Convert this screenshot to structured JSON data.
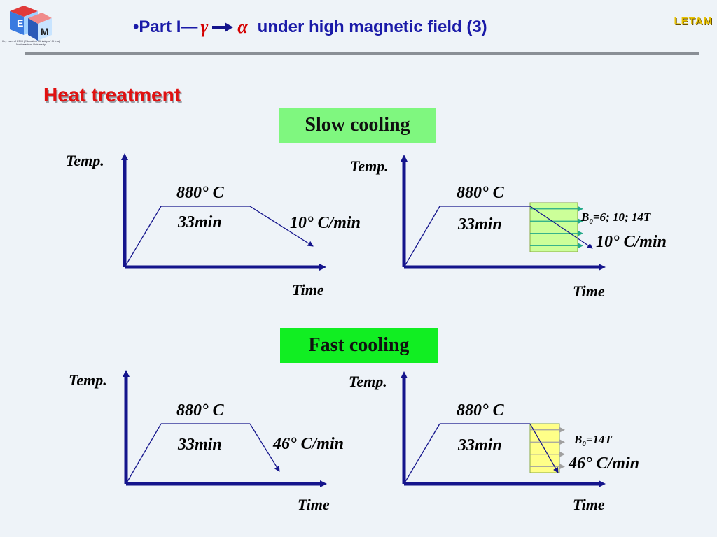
{
  "header": {
    "title_prefix": "•Part I—",
    "gamma": "γ",
    "alpha": "α",
    "title_suffix": "under high magnetic field (3)",
    "brand": "LETAM",
    "logo_caption": "Key Lab. of EPM (Education Ministry of China)\nNortheastern University"
  },
  "section_title": "Heat treatment",
  "colors": {
    "title_blue": "#1a1aa8",
    "greek_red": "#d40000",
    "section_red": "#e01010",
    "axis_navy": "#14148c",
    "slow_box": "#7ff77f",
    "fast_box": "#11ee22",
    "field_yellow": "#ffff88",
    "field_green": "#ccff99"
  },
  "panels": {
    "slow_label": "Slow cooling",
    "fast_label": "Fast cooling"
  },
  "diagrams": [
    {
      "id": "slow-no-field",
      "temp_label": "Temp.",
      "time_label": "Time",
      "temperature": "880° C",
      "hold": "33min",
      "rate": "10° C/min",
      "field": null,
      "field_lines": 0
    },
    {
      "id": "slow-field",
      "temp_label": "Temp.",
      "time_label": "Time",
      "temperature": "880° C",
      "hold": "33min",
      "rate": "10° C/min",
      "field": "=6; 10; 14T",
      "field_lines": 4
    },
    {
      "id": "fast-no-field",
      "temp_label": "Temp.",
      "time_label": "Time",
      "temperature": "880° C",
      "hold": "33min",
      "rate": "46° C/min",
      "field": null,
      "field_lines": 0
    },
    {
      "id": "fast-field",
      "temp_label": "Temp.",
      "time_label": "Time",
      "temperature": "880° C",
      "hold": "33min",
      "rate": "46° C/min",
      "field": "=14T",
      "field_lines": 4
    }
  ]
}
